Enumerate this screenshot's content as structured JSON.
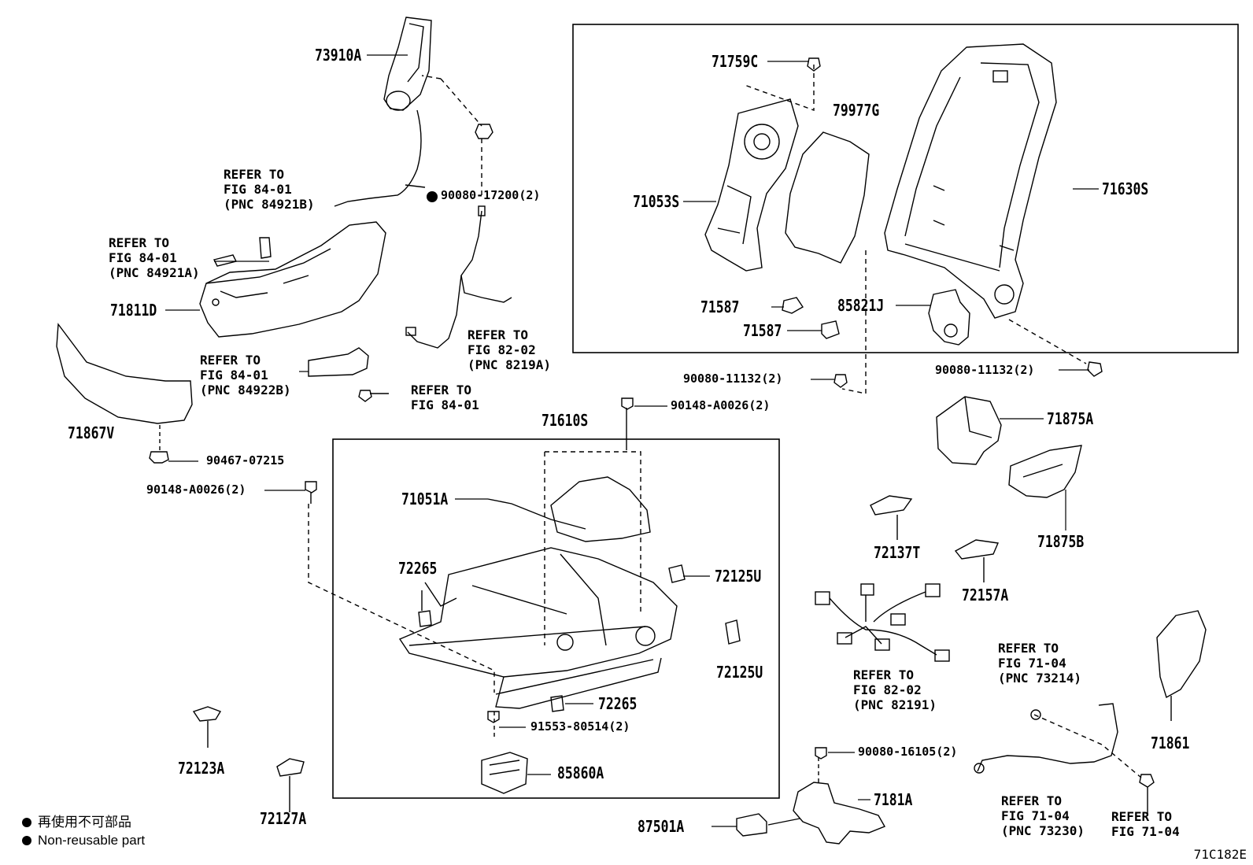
{
  "diagram": {
    "figure_code": "71C182E",
    "part_numbers": {
      "p73910A": "73910A",
      "p71759C": "71759C",
      "p79977G": "79977G",
      "p71053S": "71053S",
      "p71630S": "71630S",
      "p71587a": "71587",
      "p71587b": "71587",
      "p85821J": "85821J",
      "p71811D": "71811D",
      "p71867V": "71867V",
      "p71610S": "71610S",
      "p71051A": "71051A",
      "p72265a": "72265",
      "p72265b": "72265",
      "p72125Ua": "72125U",
      "p72125Ub": "72125U",
      "p71875A": "71875A",
      "p71875B": "71875B",
      "p72137T": "72137T",
      "p72157A": "72157A",
      "p71861": "71861",
      "p72123A": "72123A",
      "p72127A": "72127A",
      "p85860A": "85860A",
      "p7181A": "7181A",
      "p87501A": "87501A"
    },
    "fasteners": {
      "f90080_17200": "90080-17200(2)",
      "f90080_11132a": "90080-11132(2)",
      "f90080_11132b": "90080-11132(2)",
      "f90148_A0026a": "90148-A0026(2)",
      "f90148_A0026b": "90148-A0026(2)",
      "f90467_07215": "90467-07215",
      "f91553_80514": "91553-80514(2)",
      "f90080_16105": "90080-16105(2)"
    },
    "references": {
      "r84921B": "REFER TO\nFIG 84-01\n(PNC 84921B)",
      "r84921A": "REFER TO\nFIG 84-01\n(PNC 84921A)",
      "r84922B": "REFER TO\nFIG 84-01\n(PNC 84922B)",
      "r8401": "REFER TO\nFIG 84-01",
      "r8219A": "REFER TO\nFIG 82-02\n(PNC 8219A)",
      "r82191": "REFER TO\nFIG 82-02\n(PNC 82191)",
      "r73214": "REFER TO\nFIG 71-04\n(PNC 73214)",
      "r73230": "REFER TO\nFIG 71-04\n(PNC 73230)",
      "r7104": "REFER TO\nFIG 71-04"
    },
    "legend": {
      "japanese": "再使用不可部品",
      "english": "Non-reusable part"
    }
  }
}
